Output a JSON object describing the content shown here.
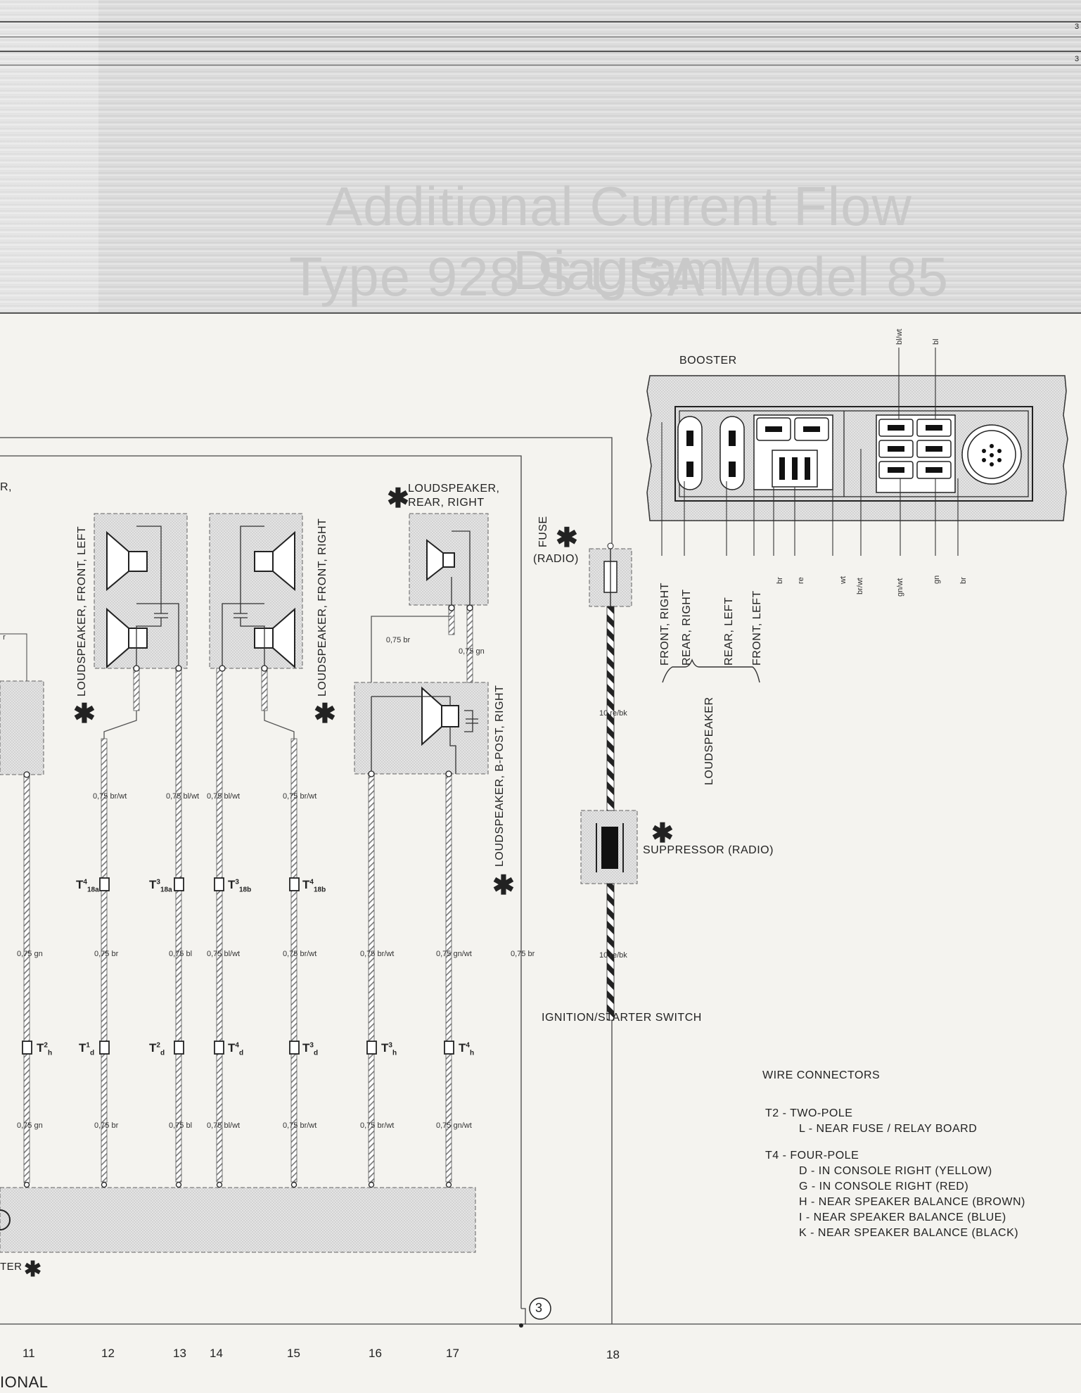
{
  "header": {
    "title_line1": "Additional Current Flow Diagram",
    "title_line2": "Type 928 S USA Model 85",
    "edge_marks": [
      "3",
      "3"
    ]
  },
  "booster": {
    "title": "BOOSTER",
    "top_wires": [
      "bl/wt",
      "bl"
    ],
    "bottom_wires": [
      "br",
      "re",
      "wt",
      "br/wt",
      "gn/wt",
      "gn",
      "br"
    ]
  },
  "loudspeaker_group": {
    "items": [
      "FRONT, RIGHT",
      "REAR, RIGHT",
      "REAR, LEFT",
      "FRONT, LEFT"
    ],
    "group_label": "LOUDSPEAKER"
  },
  "components": {
    "partial_left": "R,",
    "speaker_front_left": "LOUDSPEAKER, FRONT, LEFT",
    "speaker_front_right": "LOUDSPEAKER, FRONT, RIGHT",
    "speaker_rear_right": [
      "LOUDSPEAKER,",
      "REAR, RIGHT"
    ],
    "speaker_bpost_right": "LOUDSPEAKER, B-POST, RIGHT",
    "fuse": "FUSE",
    "fuse_radio": "(RADIO)",
    "suppressor": "SUPPRESSOR (RADIO)",
    "ignition": "IGNITION/STARTER SWITCH",
    "partial_bottom_left": "TER",
    "star": "✱",
    "ground_ref": "3"
  },
  "wire_labels": {
    "r1": [
      "0,75 br/wt",
      "0,75 bl/wt",
      "0,75 bl/wt",
      "0,75 br/wt"
    ],
    "r2": [
      "0,75 gn",
      "0,75 br",
      "0,75 bl",
      "0,75 bl/wt",
      "0,75 br/wt",
      "0,75 br/wt",
      "0,75 gn/wt",
      "0,75 br"
    ],
    "r3": [
      "0,75 gn",
      "0,75 br",
      "0,75 bl",
      "0,75 bl/wt",
      "0,75 br/wt",
      "0,75 br/wt",
      "0,75 gn/wt"
    ],
    "rear_br": "0,75 br",
    "rear_gn": "0,75 gn",
    "fuse_top": "10 re/bk",
    "fuse_bottom": "10 re/bk",
    "top_left_stub": "r"
  },
  "connectors": {
    "t18": [
      {
        "letter": "T",
        "sup": "4",
        "sub": "18a"
      },
      {
        "letter": "T",
        "sup": "3",
        "sub": "18a"
      },
      {
        "letter": "T",
        "sup": "3",
        "sub": "18b"
      },
      {
        "letter": "T",
        "sup": "4",
        "sub": "18b"
      }
    ],
    "t4": [
      {
        "letter": "T",
        "sup": "2",
        "sub": "h"
      },
      {
        "letter": "T",
        "sup": "1",
        "sub": "d"
      },
      {
        "letter": "T",
        "sup": "2",
        "sub": "d"
      },
      {
        "letter": "T",
        "sup": "4",
        "sub": "d"
      },
      {
        "letter": "T",
        "sup": "3",
        "sub": "d"
      },
      {
        "letter": "T",
        "sup": "3",
        "sub": "h"
      },
      {
        "letter": "T",
        "sup": "4",
        "sub": "h"
      }
    ]
  },
  "legend": {
    "title": "WIRE CONNECTORS",
    "t2_head": "T2 - TWO-POLE",
    "t2_items": [
      "L - NEAR FUSE / RELAY BOARD"
    ],
    "t4_head": "T4 - FOUR-POLE",
    "t4_items": [
      "D - IN CONSOLE RIGHT (YELLOW)",
      "G - IN CONSOLE RIGHT (RED)",
      "H - NEAR SPEAKER BALANCE (BROWN)",
      "I - NEAR SPEAKER BALANCE (BLUE)",
      "K - NEAR SPEAKER BALANCE (BLACK)"
    ]
  },
  "column_numbers": [
    "11",
    "12",
    "13",
    "14",
    "15",
    "16",
    "17",
    "18"
  ],
  "footer": "IONAL"
}
